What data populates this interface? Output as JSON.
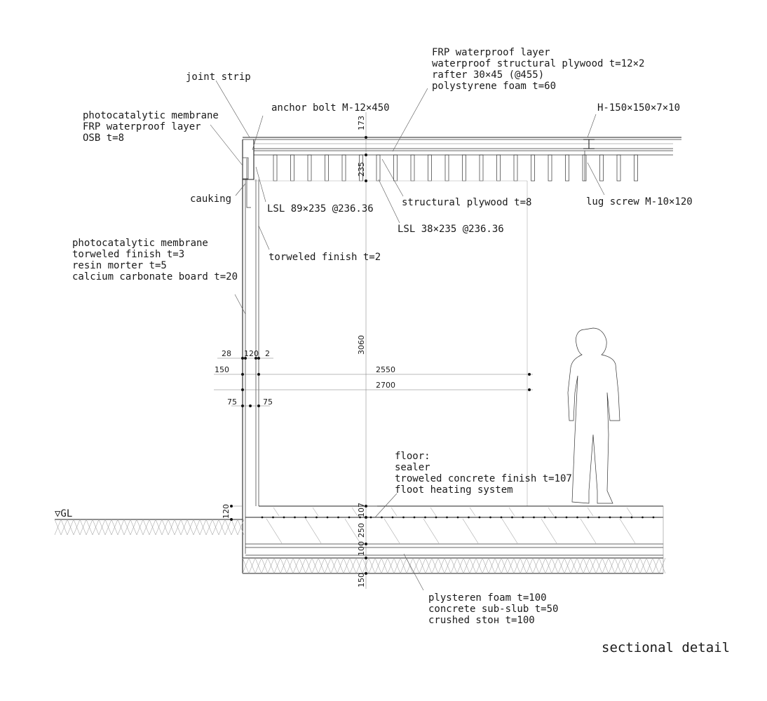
{
  "title": "sectional detail",
  "labels": {
    "joint_strip": "joint strip",
    "roof_top_1": "FRP waterproof layer",
    "roof_top_2": "waterproof structural plywood t=12×2",
    "roof_top_3": "rafter 30×45 (@455)",
    "roof_top_4": "polystyrene foam t=60",
    "anchor_bolt": "anchor bolt M-12×450",
    "h_beam": "H-150×150×7×10",
    "eave_1": "photocatalytic membrane",
    "eave_2": "FRP waterproof layer",
    "eave_3": "OSB t=8",
    "cauking": "cauking",
    "lsl_89": "LSL 89×235 @236.36",
    "structural_plywood": "structural plywood t=8",
    "lug_screw": "lug screw M-10×120",
    "lsl_38": "LSL 38×235 @236.36",
    "wall_1": "photocatalytic membrane",
    "wall_2": "torweled finish t=3",
    "wall_3": "resin morter t=5",
    "wall_4": "calcium carbonate board t=20",
    "torweled_inner": "torweled finish t=2",
    "floor_1": "floor:",
    "floor_2": "sealer",
    "floor_3": "troweled concrete finish t=107",
    "floor_4": "floot heating system",
    "base_1": "plysteren foam t=100",
    "base_2": "concrete sub-slub t=50",
    "base_3": "crushed stoн  t=100",
    "gl": "▽GL"
  },
  "dimensions": {
    "d173": "173",
    "d235": "235",
    "d3060": "3060",
    "d107": "107",
    "d250": "250",
    "d100": "100",
    "d150v": "150",
    "d120v": "120",
    "d28": "28",
    "d120h": "120",
    "d2": "2",
    "d150h": "150",
    "d2550": "2550",
    "d2700": "2700",
    "d75a": "75",
    "d75b": "75"
  }
}
